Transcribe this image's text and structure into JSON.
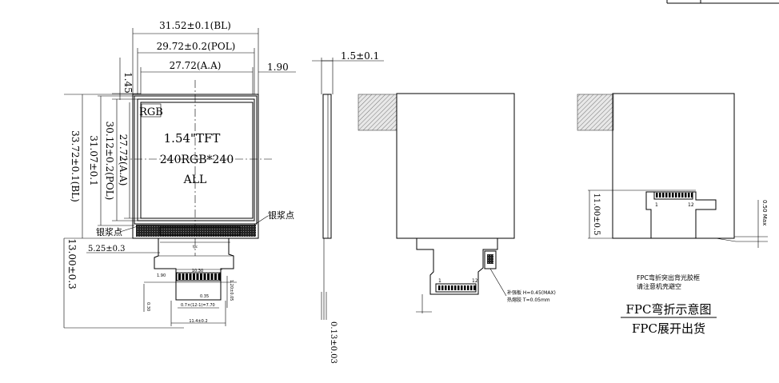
{
  "drawing": {
    "front_view": {
      "dim_bl_width": "31.52±0.1(BL)",
      "dim_pol_width": "29.72±0.2(POL)",
      "dim_aa_width": "27.72(A.A)",
      "dim_top_gap": "1.45",
      "dim_right_gap": "1.90",
      "dim_bl_height": "33.72±0.1(BL)",
      "dim_glass_height": "31.07±0.1",
      "dim_pol_height": "30.12±0.2(POL)",
      "dim_aa_height": "27.72(A.A)",
      "dim_fpc_length": "13.00±0.3",
      "dim_fpc_offset": "5.25±0.3",
      "rgb_label": "RGB",
      "product_title": "1.54\"TFT",
      "resolution": "240RGB*240",
      "view_note": "ALL",
      "silver_paste_left": "银浆点",
      "silver_paste_right": "银浆点",
      "fpc_width_dim": "10.30",
      "fpc_pitch_dim": "0.35",
      "fpc_total_dim": "11.4±0.2",
      "fpc_pins_dim": "0.7×(12-1)=7.70",
      "fpc_left_dim": "1.90",
      "fpc_small_dim": "0.30",
      "fpc_right_dim": "1.20±0.05"
    },
    "side_view": {
      "dim_thickness": "1.5±0.1",
      "dim_fpc_thickness": "0.13±0.03"
    },
    "middle_view": {
      "pin_1": "1",
      "pin_12": "12",
      "stiffener_note_line1": "补强板 H=0.45(MAX)",
      "stiffener_note_line2": "热熔胶 T=0.05mm"
    },
    "right_view": {
      "dim_fpc_bend": "11.00±0.5",
      "dim_max": "0.50 Max",
      "pin_1": "1",
      "pin_12": "12",
      "note_line1": "FPC弯折突出背光胶框",
      "note_line2": "请注意机壳避空",
      "title_bent": "FPC弯折示意图",
      "title_unfolded": "FPC展开出货"
    }
  }
}
